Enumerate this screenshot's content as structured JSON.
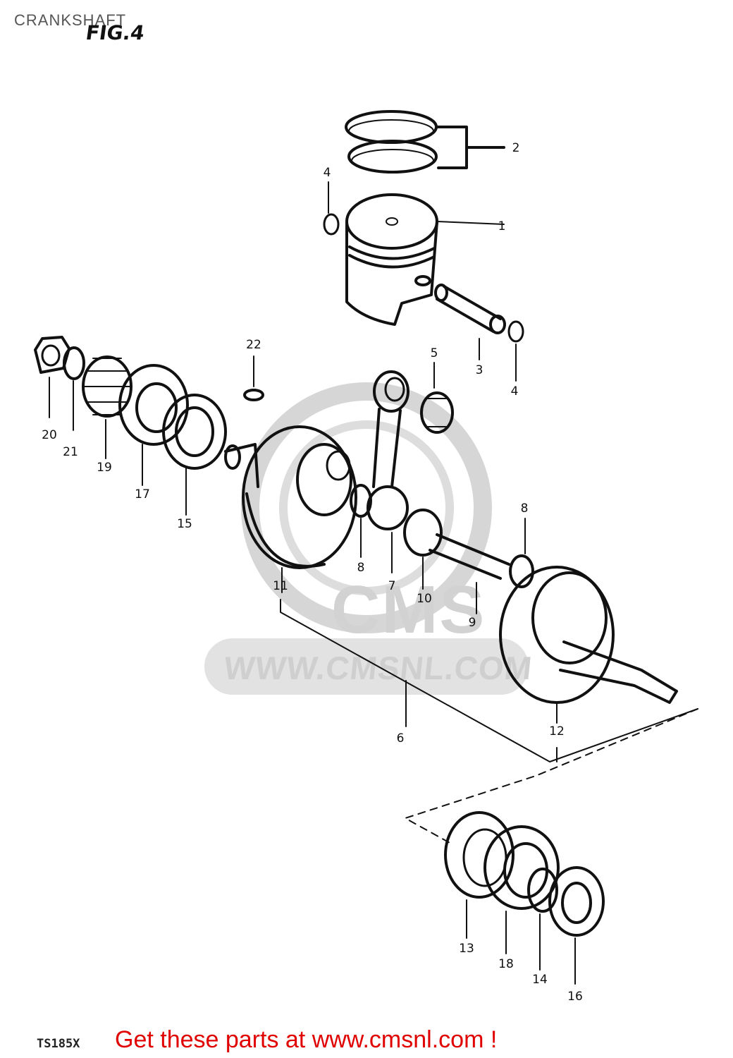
{
  "header": {
    "title": "CRANKSHAFT",
    "figure": "FIG.4"
  },
  "watermark": {
    "brand": "CMS",
    "url": "WWW.CMSNL.COM"
  },
  "callouts": [
    "1",
    "2",
    "3",
    "4",
    "4",
    "5",
    "6",
    "7",
    "8",
    "8",
    "9",
    "10",
    "11",
    "12",
    "13",
    "14",
    "15",
    "16",
    "17",
    "18",
    "19",
    "20",
    "21",
    "22"
  ],
  "footer": {
    "model": "TS185X",
    "cta": "Get these parts at www.cmsnl.com !"
  },
  "colors": {
    "ink": "#111111",
    "cta": "#e00000",
    "watermark": "#d0d0d0"
  }
}
